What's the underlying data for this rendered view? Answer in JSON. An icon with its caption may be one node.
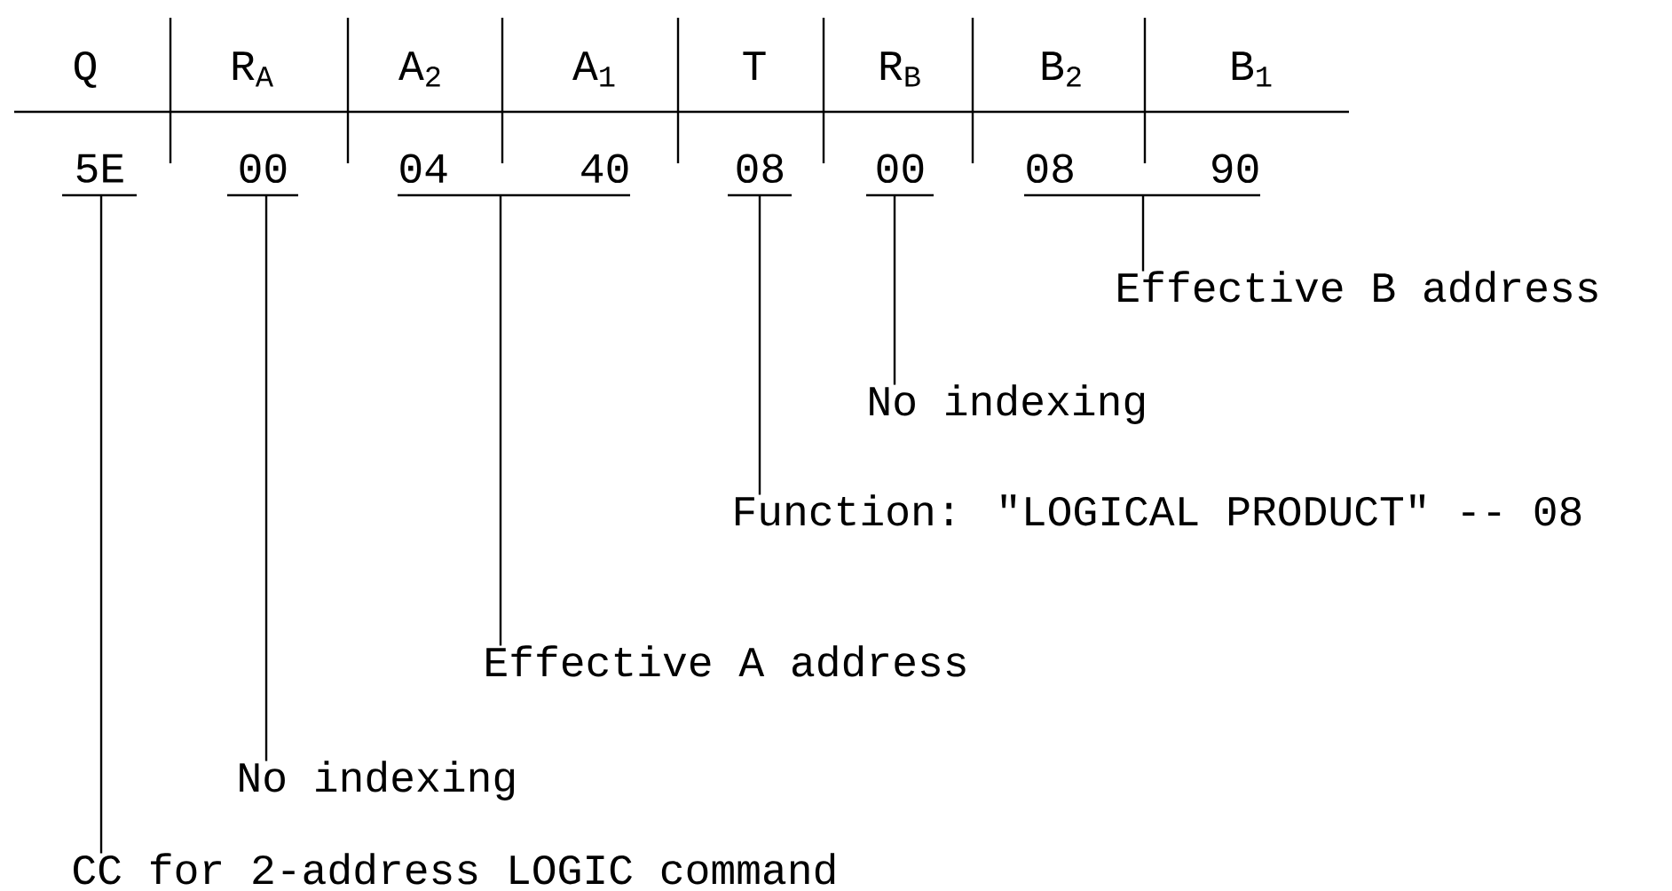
{
  "diagram": {
    "nodes": [
      {
        "text": [
          "5E"
        ]
      },
      {
        "text": [
          "00"
        ]
      },
      {
        "text": [
          "04",
          "40"
        ]
      },
      {
        "text": [
          "08"
        ]
      },
      {
        "text": [
          "00"
        ]
      },
      {
        "text": [
          "08",
          "90"
        ]
      },
      {
        "text": [
          "Effective B address"
        ]
      },
      {
        "text": [
          "No indexing"
        ]
      },
      {
        "text": [
          "Function: \"LOGICAL PRODUCT\" -- 08"
        ]
      },
      {
        "text": [
          "Effective A address"
        ]
      },
      {
        "text": [
          "No indexing"
        ]
      },
      {
        "text": [
          "CC for 2-address LOGIC command"
        ]
      }
    ],
    "edges": [
      {
        "from": 5,
        "to": 6,
        "arrow": "none"
      },
      {
        "from": 4,
        "to": 7,
        "arrow": "none"
      },
      {
        "from": 3,
        "to": 8,
        "arrow": "none"
      },
      {
        "from": 2,
        "to": 9,
        "arrow": "none"
      },
      {
        "from": 1,
        "to": 10,
        "arrow": "none"
      },
      {
        "from": 0,
        "to": 11,
        "arrow": "none"
      }
    ],
    "labels": [
      "Q",
      "R$_{A}$",
      "A$_{2}$",
      "A$_{1}$",
      "T",
      "R$_{B}$",
      "B$_{2}$",
      "B$_{1}$"
    ]
  }
}
